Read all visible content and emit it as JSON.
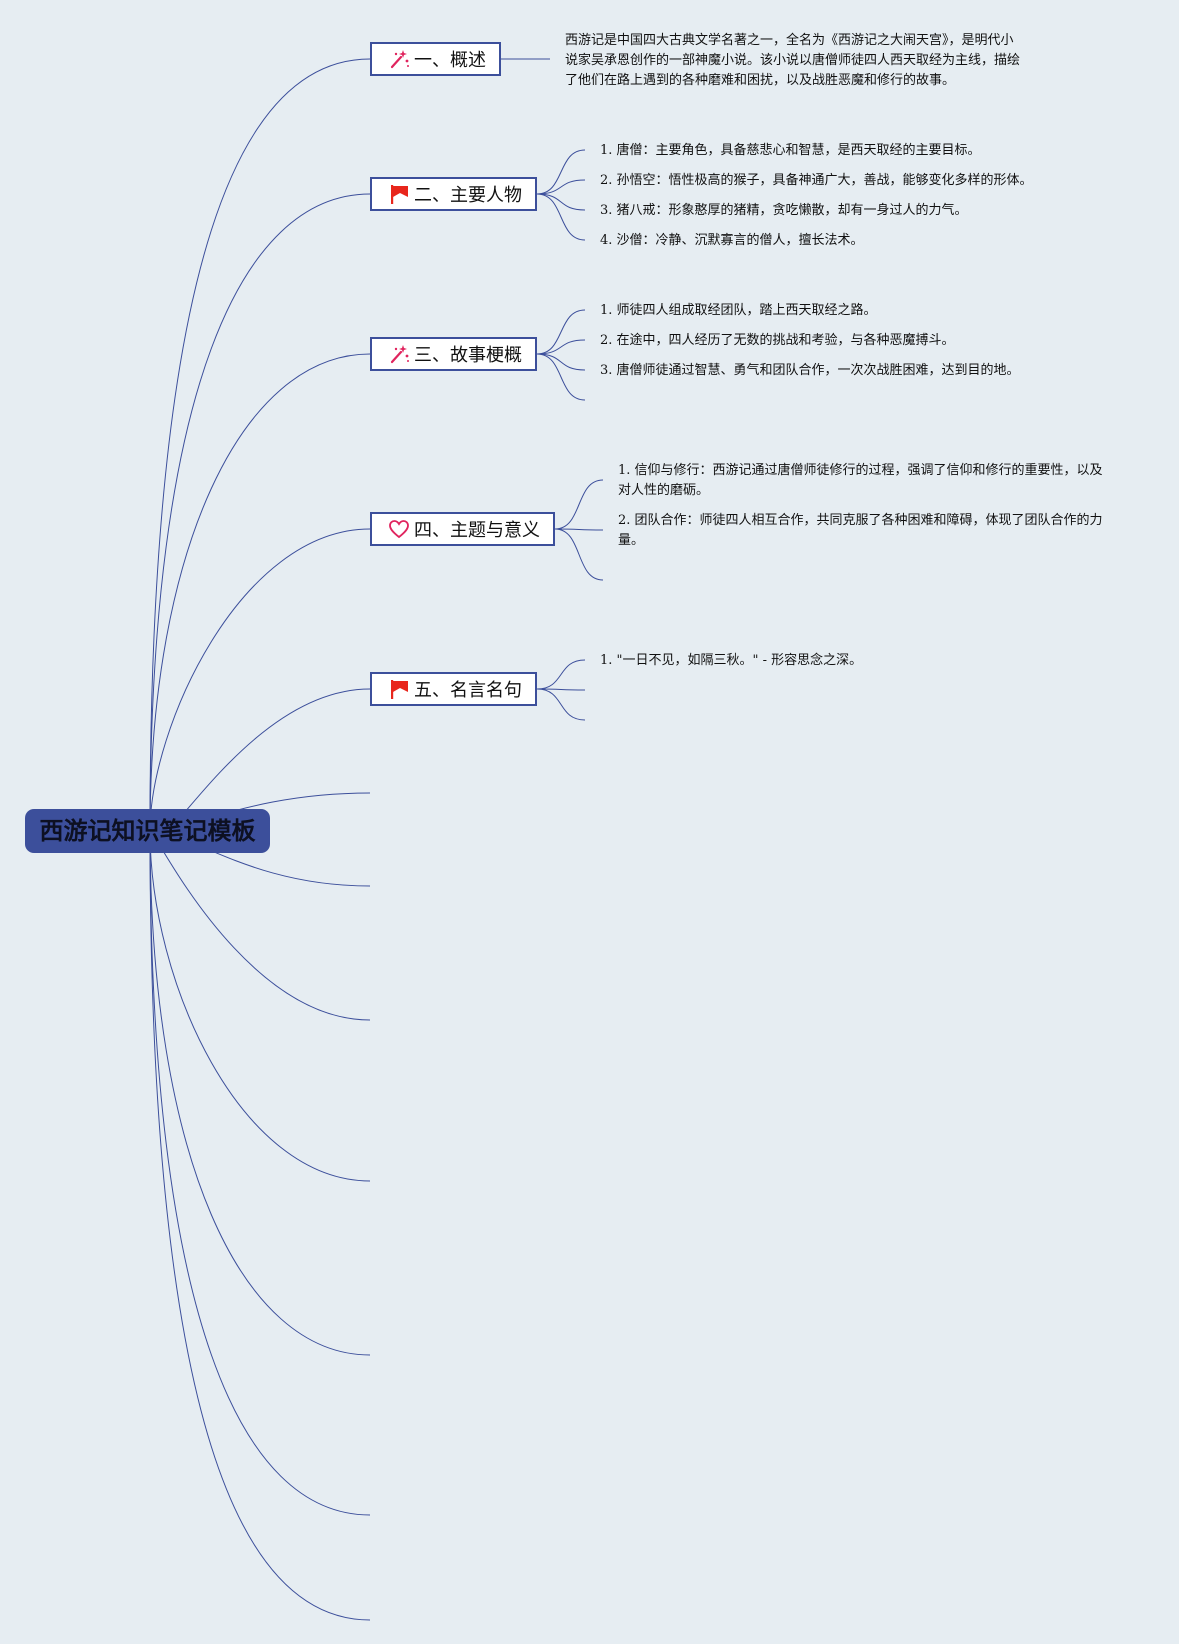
{
  "root": {
    "title": "西游记知识笔记模板"
  },
  "topics": [
    {
      "label": "一、概述",
      "icon": "magic-wand-icon",
      "notes": [
        "西游记是中国四大古典文学名著之一，全名为《西游记之大闹天宫》，是明代小",
        "说家吴承恩创作的一部神魔小说。该小说以唐僧师徒四人西天取经为主线，描绘",
        "了他们在路上遇到的各种磨难和困扰，以及战胜恶魔和修行的故事。"
      ]
    },
    {
      "label": "二、主要人物",
      "icon": "red-flag-icon",
      "notes": [
        "1. 唐僧：主要角色，具备慈悲心和智慧，是西天取经的主要目标。",
        "2. 孙悟空：悟性极高的猴子，具备神通广大，善战，能够变化多样的形体。",
        "3. 猪八戒：形象憨厚的猪精，贪吃懒散，却有一身过人的力气。",
        "4. 沙僧：冷静、沉默寡言的僧人，擅长法术。"
      ]
    },
    {
      "label": "三、故事梗概",
      "icon": "magic-wand-icon",
      "notes": [
        "1. 师徒四人组成取经团队，踏上西天取经之路。",
        "2. 在途中，四人经历了无数的挑战和考验，与各种恶魔搏斗。",
        "3. 唐僧师徒通过智慧、勇气和团队合作，一次次战胜困难，达到目的地。"
      ]
    },
    {
      "label": "四、主题与意义",
      "icon": "heart-outline-icon",
      "notes": [
        "1. 信仰与修行：西游记通过唐僧师徒修行的过程，强调了信仰和修行的重要性，以及对人性的磨砺。",
        "2. 团队合作：师徒四人相互合作，共同克服了各种困难和障碍，体现了团队合作的力量。"
      ]
    },
    {
      "label": "五、名言名句",
      "icon": "red-flag-icon",
      "notes": [
        "1. \"一日不见，如隔三秋。\" - 形容思念之深。"
      ]
    }
  ],
  "colors": {
    "background": "#e6edf2",
    "root_fill": "#3c4f9b",
    "line": "#3c4f9b",
    "flag": "#e8261c",
    "wand": "#e0245e",
    "heart": "#e0245e"
  }
}
